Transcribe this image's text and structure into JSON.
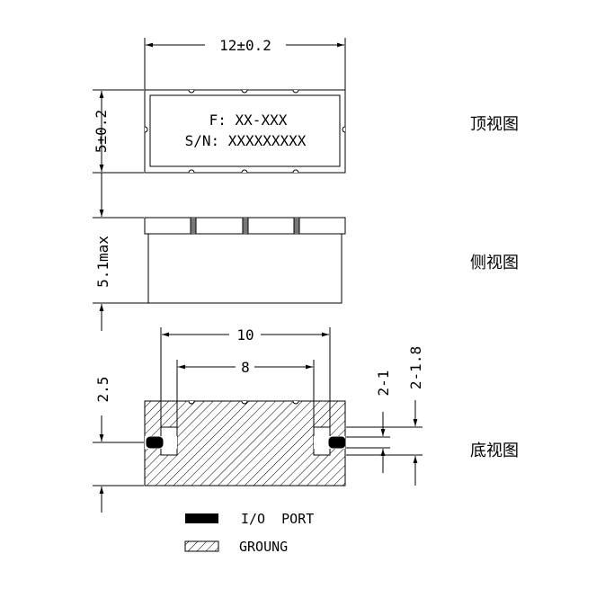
{
  "top_view": {
    "width_dim": "12±0.2",
    "height_dim": "5±0.2",
    "marking_line1": "F: XX-XXX",
    "marking_line2": "S/N: XXXXXXXXX",
    "label": "顶视图"
  },
  "side_view": {
    "height_dim": "5.1max",
    "label": "侧视图"
  },
  "bottom_view": {
    "outer_dim": "10",
    "inner_dim": "8",
    "height_dim": "2.5",
    "pad_dim_1": "2-1",
    "pad_dim_2": "2-1.8",
    "label": "底视图"
  },
  "legend": {
    "io_label": "I/O  PORT",
    "ground_label": "GROUNG"
  }
}
